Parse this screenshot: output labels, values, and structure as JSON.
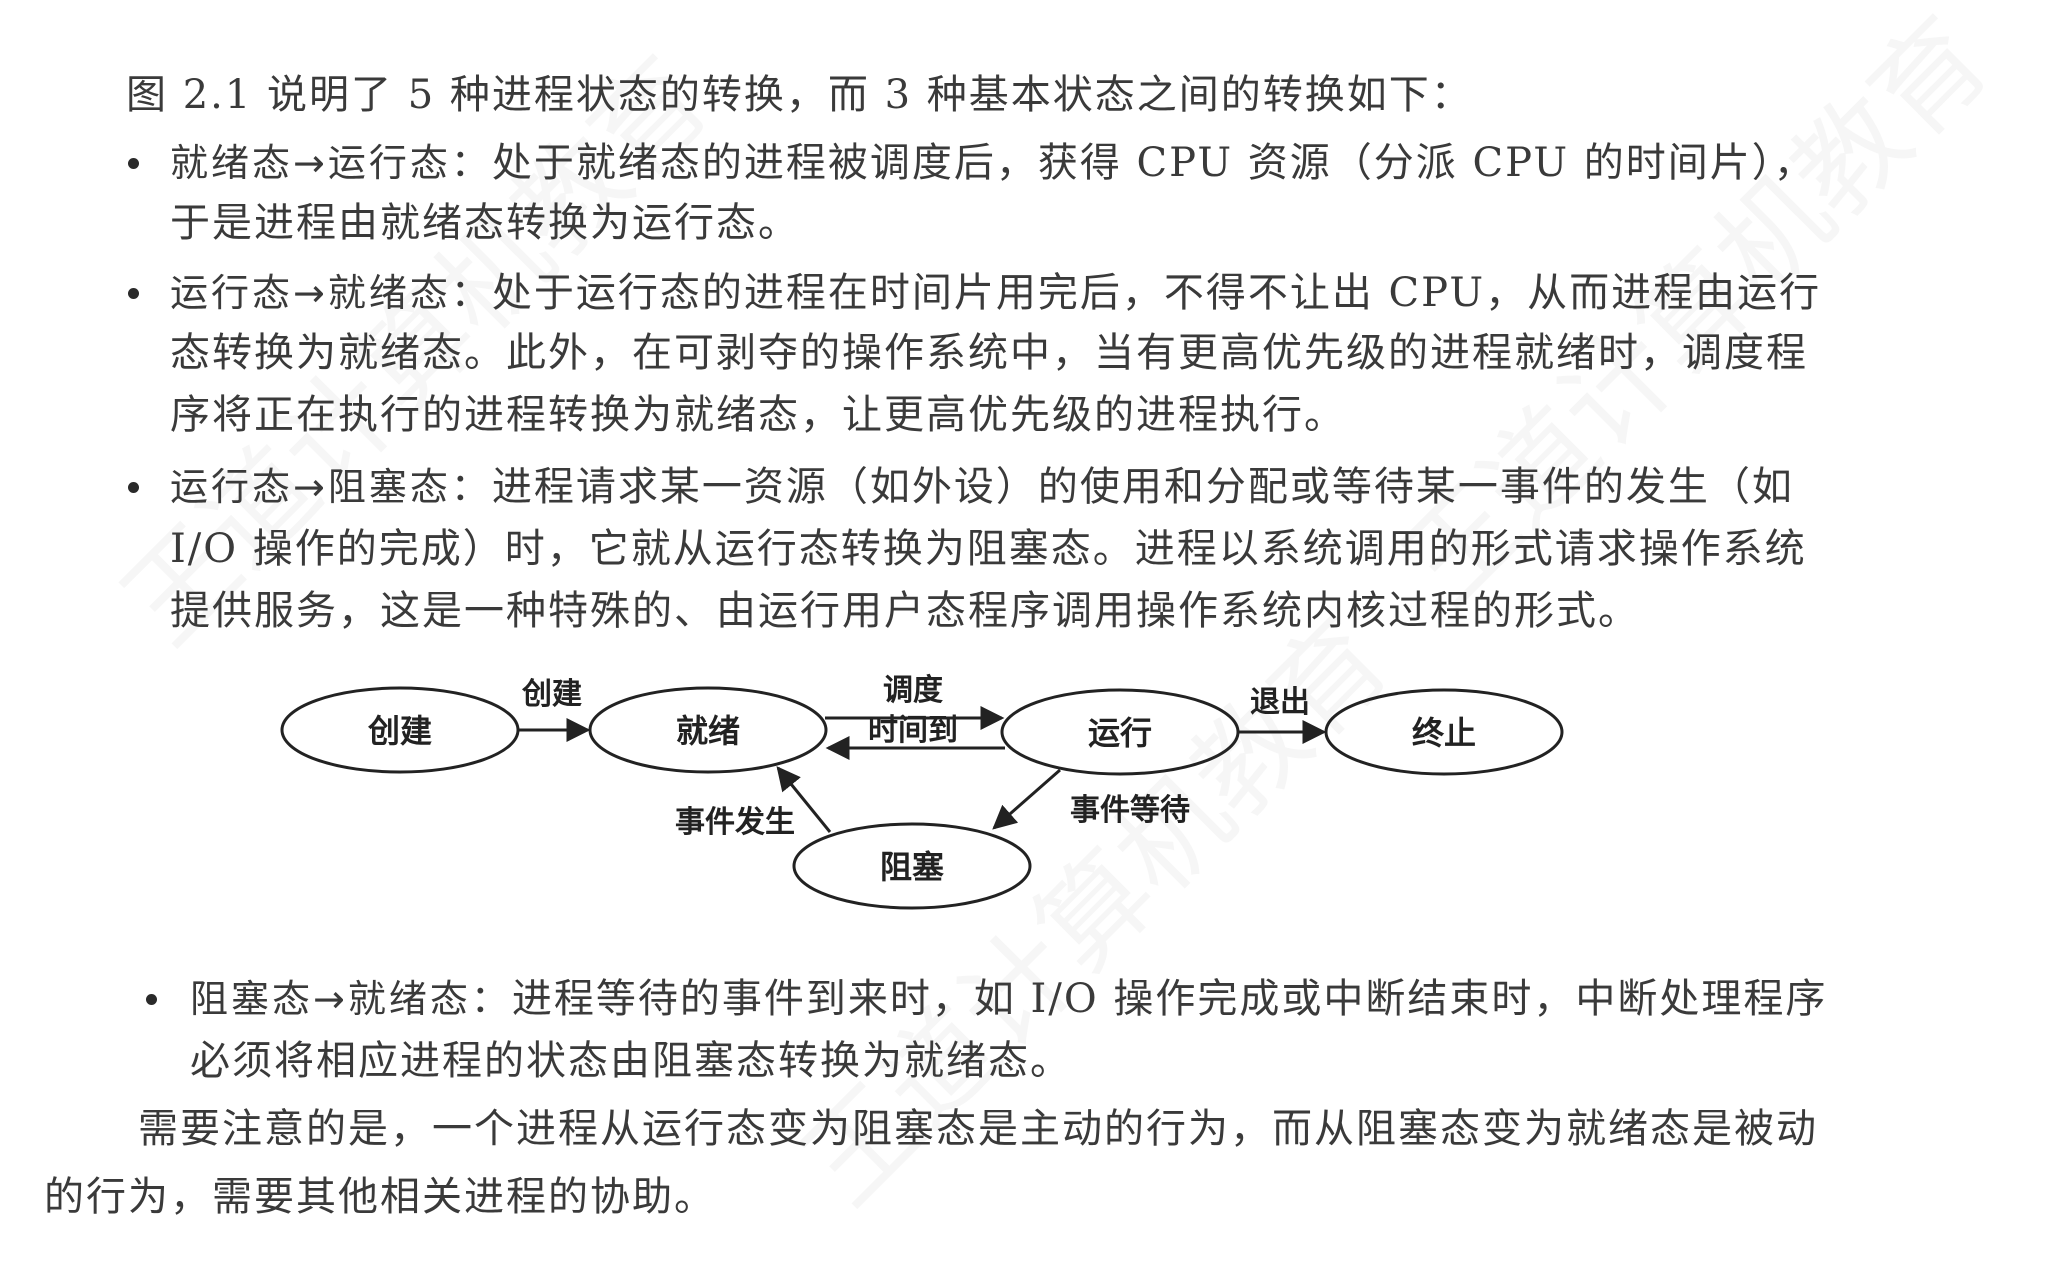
{
  "intro": "图 2.1 说明了 5 种进程状态的转换，而 3 种基本状态之间的转换如下：",
  "items": [
    {
      "term": "就绪态→运行态：",
      "lines": [
        "处于就绪态的进程被调度后，获得 CPU 资源（分派 CPU 的时间片），",
        "于是进程由就绪态转换为运行态。"
      ]
    },
    {
      "term": "运行态→就绪态：",
      "lines": [
        "处于运行态的进程在时间片用完后，不得不让出 CPU，从而进程由运行",
        "态转换为就绪态。此外，在可剥夺的操作系统中，当有更高优先级的进程就绪时，调度程",
        "序将正在执行的进程转换为就绪态，让更高优先级的进程执行。"
      ]
    },
    {
      "term": "运行态→阻塞态：",
      "lines": [
        "进程请求某一资源（如外设）的使用和分配或等待某一事件的发生（如",
        "I/O 操作的完成）时，它就从运行态转换为阻塞态。进程以系统调用的形式请求操作系统",
        "提供服务，这是一种特殊的、由运行用户态程序调用操作系统内核过程的形式。"
      ]
    },
    {
      "term": "阻塞态→就绪态：",
      "lines": [
        "进程等待的事件到来时，如 I/O 操作完成或中断结束时，中断处理程序",
        "必须将相应进程的状态由阻塞态转换为就绪态。"
      ]
    }
  ],
  "note": [
    "需要注意的是，一个进程从运行态变为阻塞态是主动的行为，而从阻塞态变为就绪态是被动",
    "的行为，需要其他相关进程的协助。"
  ],
  "diagram": {
    "states": {
      "create": "创建",
      "ready": "就绪",
      "running": "运行",
      "terminate": "终止",
      "blocked": "阻塞"
    },
    "transitions": {
      "create_to_ready": "创建",
      "dispatch": "调度",
      "timeout": "时间到",
      "exit": "退出",
      "wait_event": "事件等待",
      "event_occurs": "事件发生"
    }
  },
  "watermark": "王道计算机教育"
}
